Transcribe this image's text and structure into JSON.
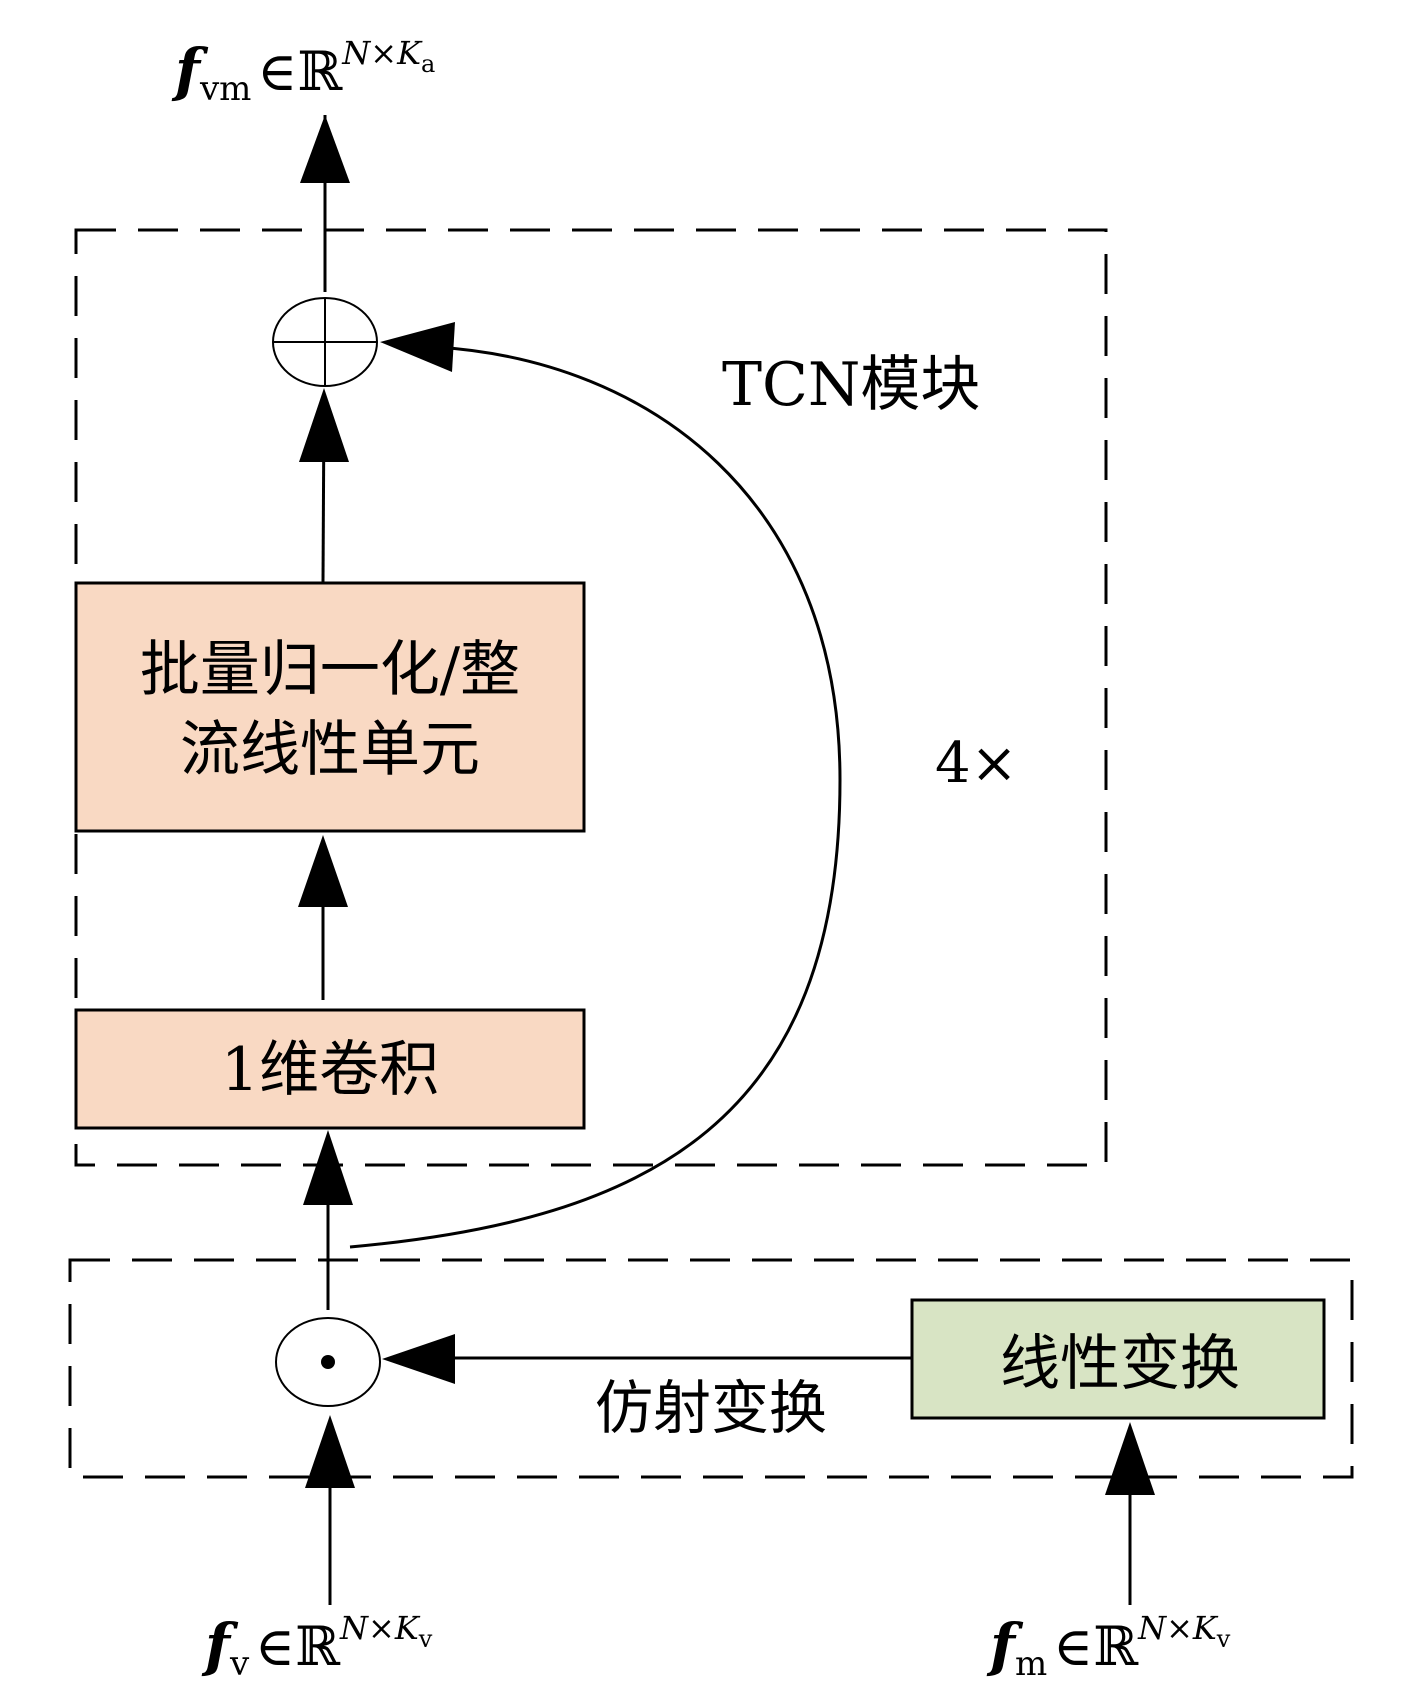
{
  "colors": {
    "stroke": "#000000",
    "conv_fill": "#f9d9c3",
    "bn_fill": "#f9d9c3",
    "linear_fill": "#d8e4c4",
    "background": "#ffffff"
  },
  "labels": {
    "output": {
      "var": "f",
      "sub": "vm",
      "in": "∈",
      "set": "ℝ",
      "sup_a": "N×",
      "sup_b": "K",
      "sup_sub": "a"
    },
    "input_v": {
      "var": "f",
      "sub": "v",
      "in": "∈",
      "set": "ℝ",
      "sup_a": "N×",
      "sup_b": "K",
      "sup_sub": "v"
    },
    "input_m": {
      "var": "f",
      "sub": "m",
      "in": "∈",
      "set": "ℝ",
      "sup_a": "N×",
      "sup_b": "K",
      "sup_sub": "v"
    },
    "tcn_module": "TCN模块",
    "repeat": "4×",
    "bn_relu_line1": "批量归一化/整",
    "bn_relu_line2": "流线性单元",
    "conv1d": "1维卷积",
    "linear_transform": "线性变换",
    "affine_transform": "仿射变换",
    "add_symbol": "⊕",
    "mul_symbol": "⊙"
  }
}
